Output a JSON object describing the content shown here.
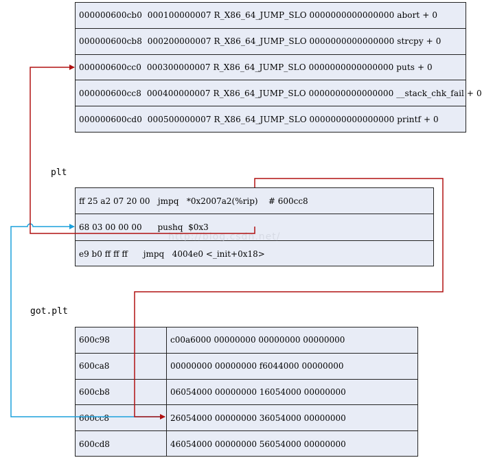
{
  "rela_plt": {
    "rows": [
      "000000600cb0  000100000007 R_X86_64_JUMP_SLO 0000000000000000 abort + 0",
      "000000600cb8  000200000007 R_X86_64_JUMP_SLO 0000000000000000 strcpy + 0",
      "000000600cc0  000300000007 R_X86_64_JUMP_SLO 0000000000000000 puts + 0",
      "000000600cc8  000400000007 R_X86_64_JUMP_SLO 0000000000000000 __stack_chk_fail + 0",
      "000000600cd0  000500000007 R_X86_64_JUMP_SLO 0000000000000000 printf + 0"
    ]
  },
  "plt": {
    "label": "plt",
    "rows": [
      "ff 25 a2 07 20 00   jmpq   *0x2007a2(%rip)    # 600cc8",
      "68 03 00 00 00      pushq  $0x3",
      "e9 b0 ff ff ff      jmpq   4004e0 <_init+0x18>"
    ]
  },
  "got_plt": {
    "label": "got.plt",
    "rows": [
      {
        "addr": "600c98",
        "value": "c00a6000 00000000 00000000 00000000"
      },
      {
        "addr": "600ca8",
        "value": "00000000 00000000 f6044000 00000000"
      },
      {
        "addr": "600cb8",
        "value": "06054000 00000000 16054000 00000000"
      },
      {
        "addr": "600cc8",
        "value": "26054000 00000000 36054000 00000000"
      },
      {
        "addr": "600cd8",
        "value": "46054000 00000000 56054000 00000000"
      }
    ]
  },
  "watermark": "http://blog.csdn.net/",
  "colors": {
    "box_fill": "#e8ecf6",
    "red_arrow": "#b01010",
    "blue_arrow": "#1aa0dc"
  }
}
